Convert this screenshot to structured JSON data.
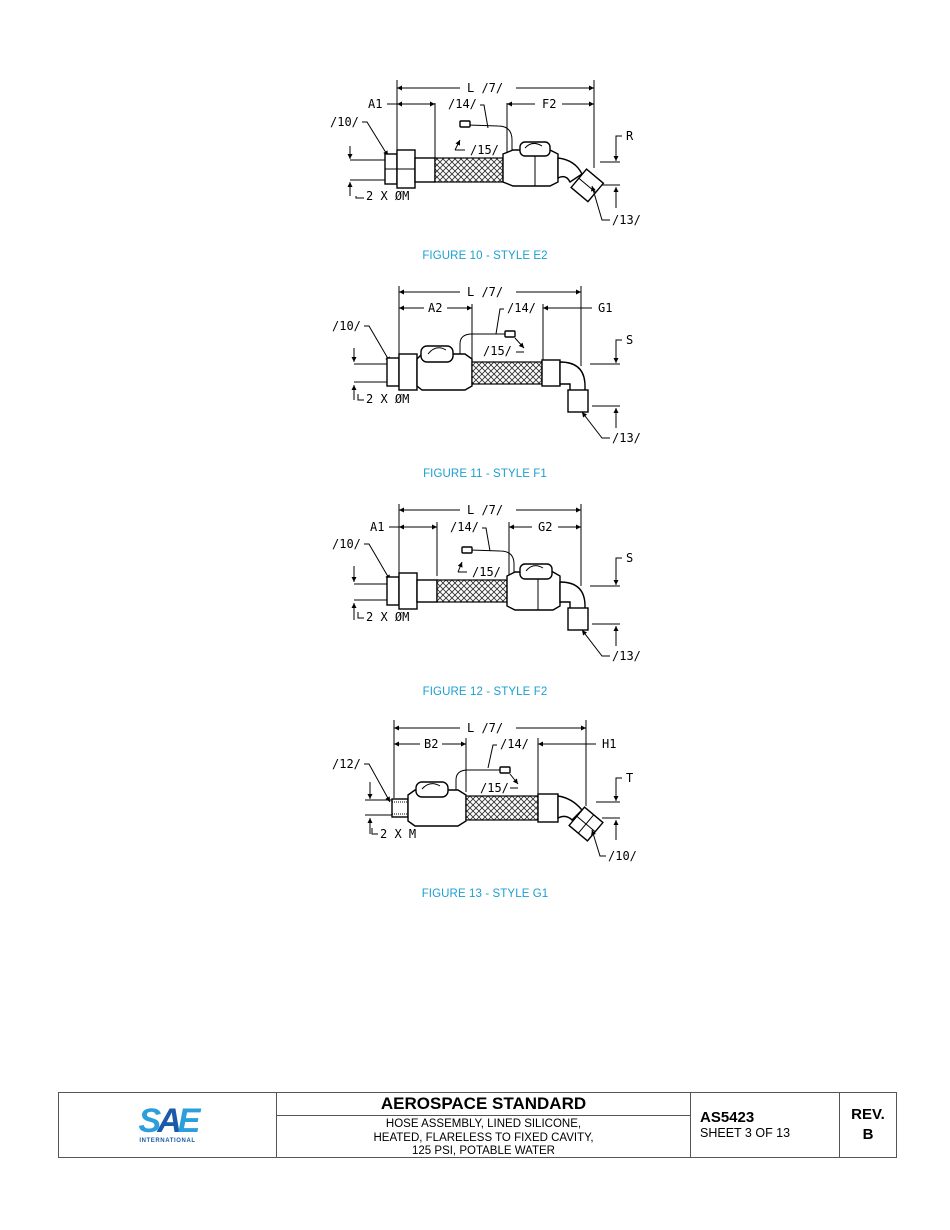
{
  "figures": [
    {
      "caption": "FIGURE 10 - STYLE E2",
      "labels": {
        "length": "L /7/",
        "left_dim": "A1",
        "right_dim": "F2",
        "end_offset": "R",
        "left_fitting": "/10/",
        "right_fitting": "/13/",
        "wire": "/14/",
        "wire_end": "/15/",
        "bore": "2 X ØM"
      },
      "end_angle": "45"
    },
    {
      "caption": "FIGURE 11 - STYLE F1",
      "labels": {
        "length": "L /7/",
        "left_dim": "A2",
        "right_dim": "G1",
        "end_offset": "S",
        "left_fitting": "/10/",
        "right_fitting": "/13/",
        "wire": "/14/",
        "wire_end": "/15/",
        "bore": "2 X ØM"
      },
      "end_angle": "90"
    },
    {
      "caption": "FIGURE 12 - STYLE F2",
      "labels": {
        "length": "L /7/",
        "left_dim": "A1",
        "right_dim": "G2",
        "end_offset": "S",
        "left_fitting": "/10/",
        "right_fitting": "/13/",
        "wire": "/14/",
        "wire_end": "/15/",
        "bore": "2 X ØM"
      },
      "end_angle": "90"
    },
    {
      "caption": "FIGURE 13 - STYLE G1",
      "labels": {
        "length": "L /7/",
        "left_dim": "B2",
        "right_dim": "H1",
        "end_offset": "T",
        "left_fitting": "/12/",
        "right_fitting": "/10/",
        "wire": "/14/",
        "wire_end": "/15/",
        "bore": "2 X   M"
      },
      "end_angle": "45"
    }
  ],
  "title_block": {
    "logo_text": "SAE",
    "logo_sub": "INTERNATIONAL",
    "heading": "AEROSPACE STANDARD",
    "description_lines": [
      "HOSE ASSEMBLY, LINED SILICONE,",
      "HEATED, FLARELESS TO FIXED CAVITY,",
      "125 PSI, POTABLE WATER"
    ],
    "doc_number": "AS5423",
    "sheet": "SHEET 3 OF 13",
    "rev_label": "REV.",
    "rev_value": "B"
  },
  "colors": {
    "caption": "#1a9fd0",
    "sae_light": "#2a9fdc",
    "sae_dark": "#1b5aa8"
  }
}
